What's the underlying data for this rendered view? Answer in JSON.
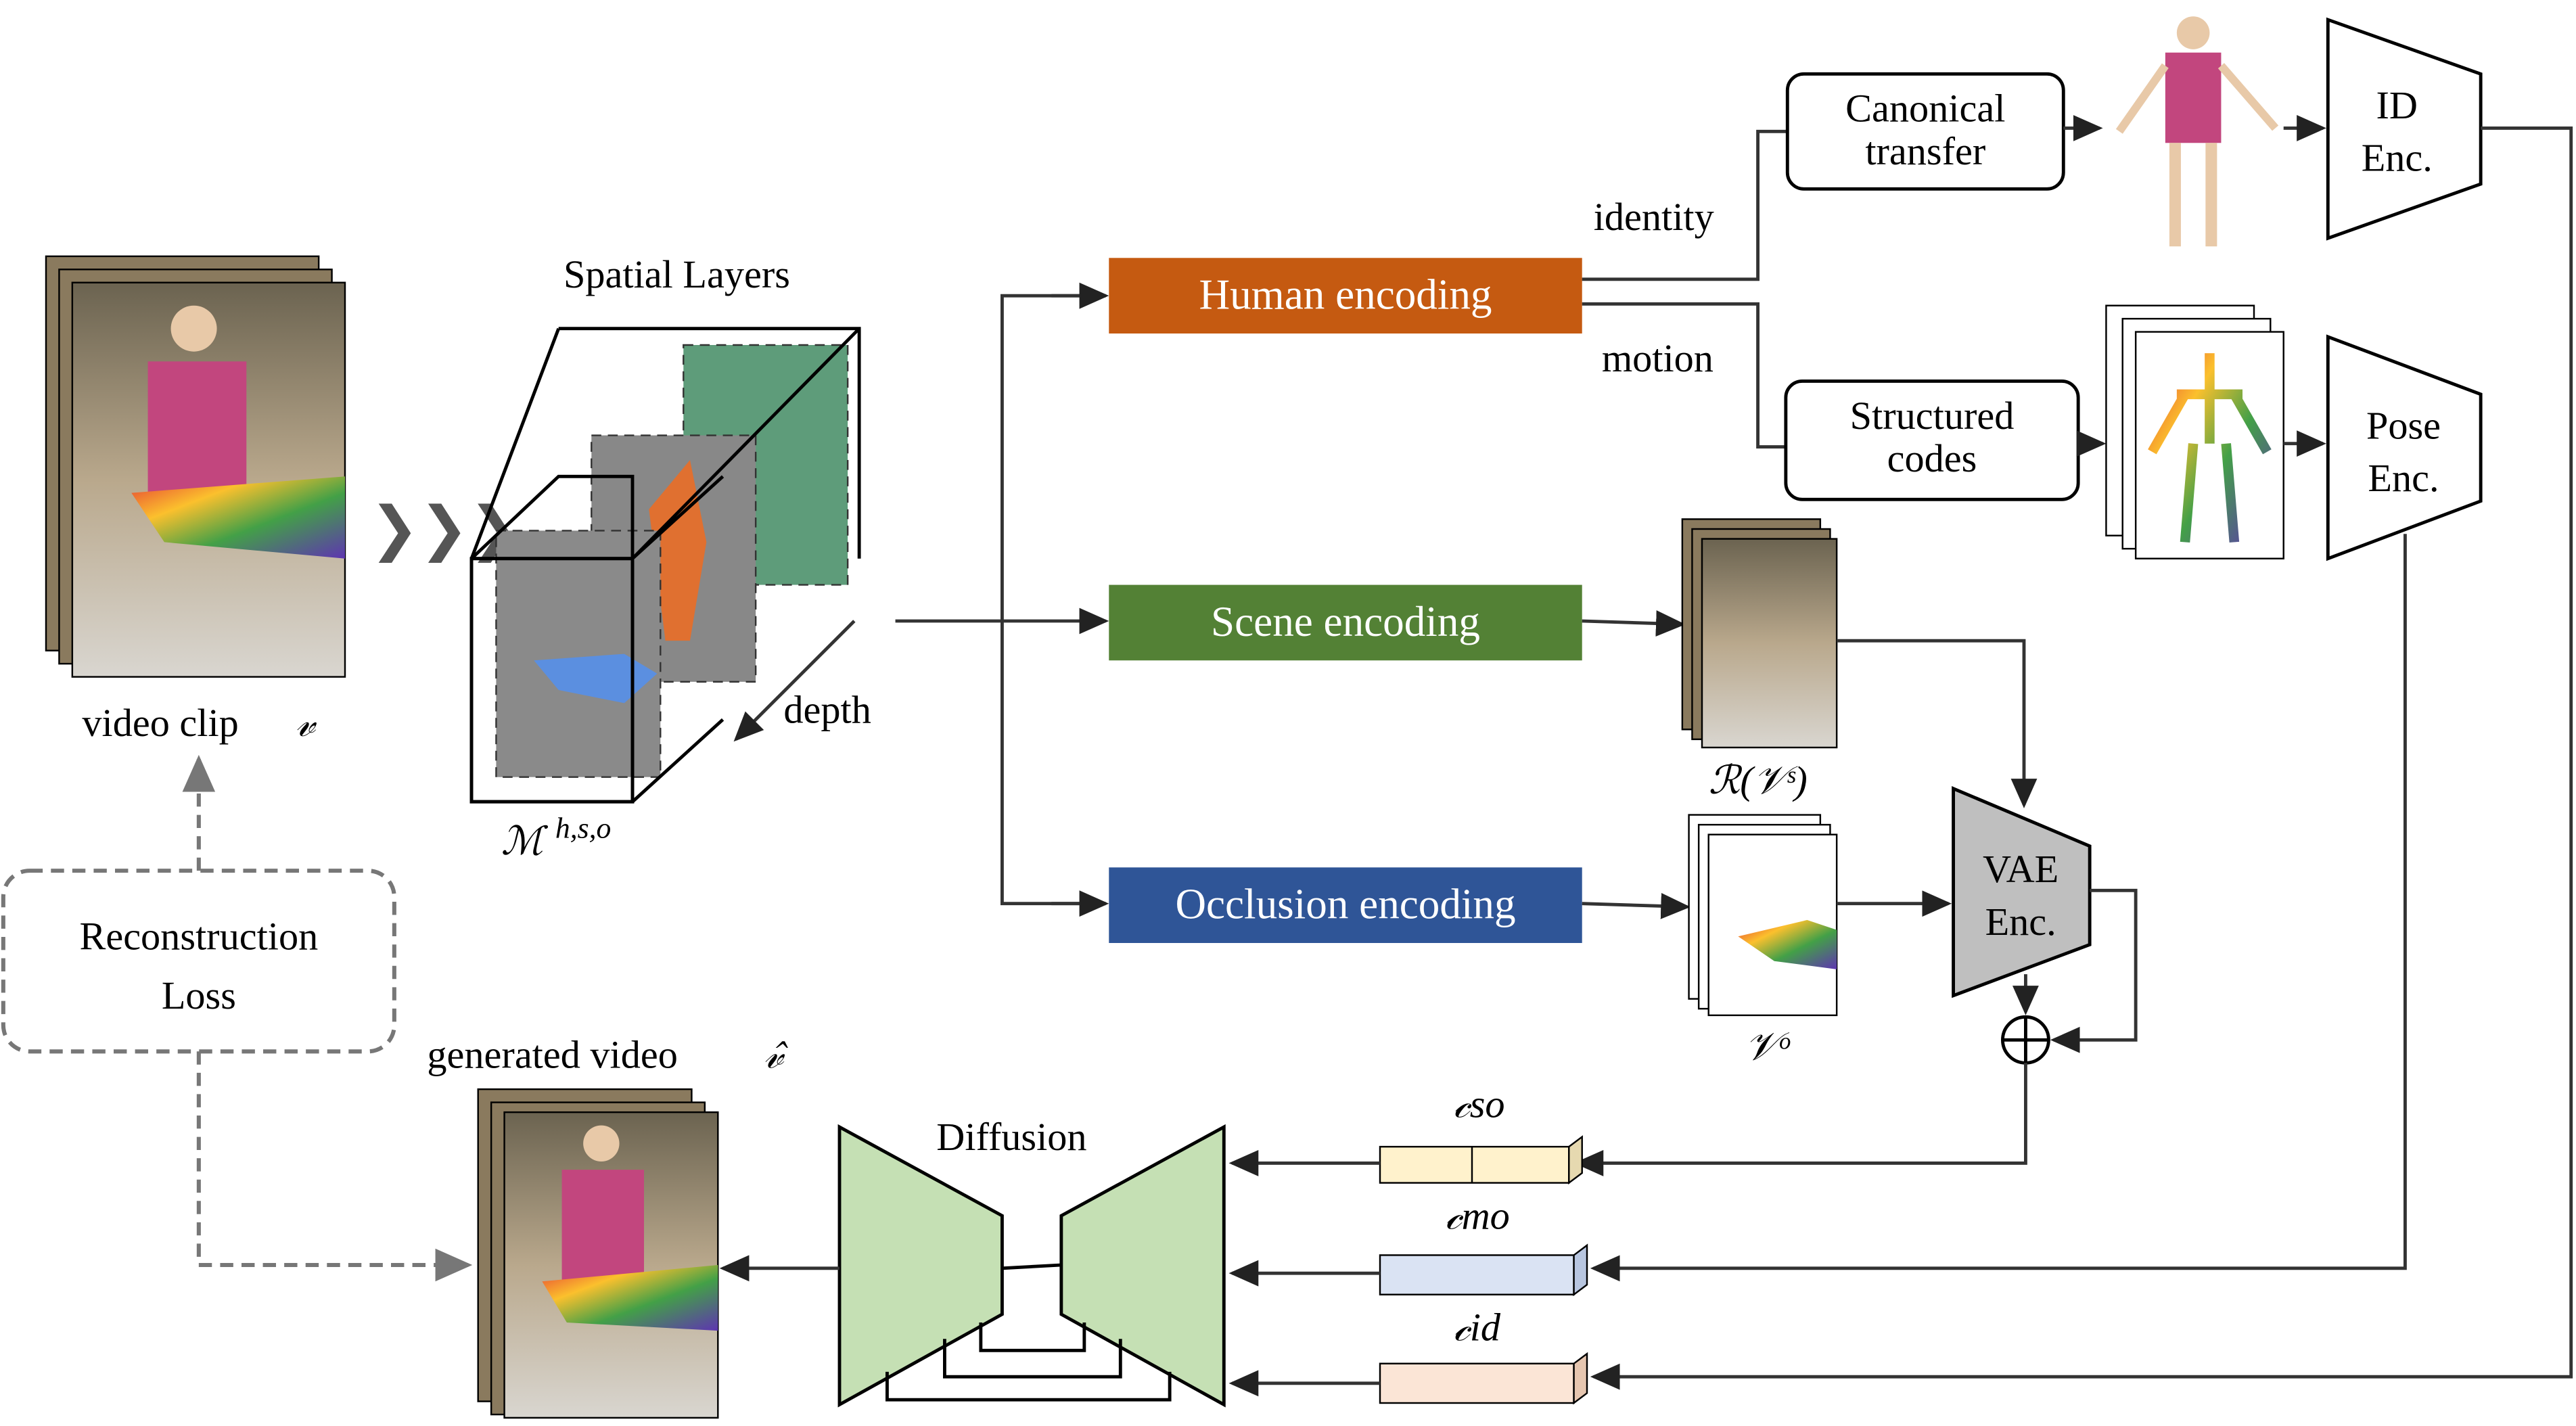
{
  "input": {
    "label": "video clip",
    "symbol": "𝓋"
  },
  "spatial": {
    "title": "Spatial Layers",
    "depth": "depth",
    "mask": "ℳ",
    "mask_sup": "h,s,o"
  },
  "branches": {
    "human": {
      "label": "Human encoding",
      "color": "#C55A11"
    },
    "scene": {
      "label": "Scene encoding",
      "color": "#538135"
    },
    "occlusion": {
      "label": "Occlusion encoding",
      "color": "#2F5597"
    }
  },
  "human": {
    "identity": "identity",
    "motion": "motion",
    "canonical": [
      "Canonical",
      "transfer"
    ],
    "structured": [
      "Structured",
      "codes"
    ],
    "id_enc": [
      "ID",
      "Enc."
    ],
    "pose_enc": [
      "Pose",
      "Enc."
    ]
  },
  "scene_out": "ℛ(𝒱ˢ)",
  "occ_out": "𝒱ᵒ",
  "vae": [
    "VAE",
    "Enc."
  ],
  "combine": "⊕",
  "codes": {
    "so": {
      "label": "𝒸so",
      "color": "#FFF2CC"
    },
    "mo": {
      "label": "𝒸mo",
      "color": "#DAE3F3"
    },
    "id": {
      "label": "𝒸id",
      "color": "#FBE5D6"
    }
  },
  "diffusion": {
    "label": "Diffusion",
    "color": "#C5E0B4"
  },
  "output": {
    "label": "generated video",
    "symbol": "𝓋̂"
  },
  "loss": [
    "Reconstruction",
    "Loss"
  ]
}
